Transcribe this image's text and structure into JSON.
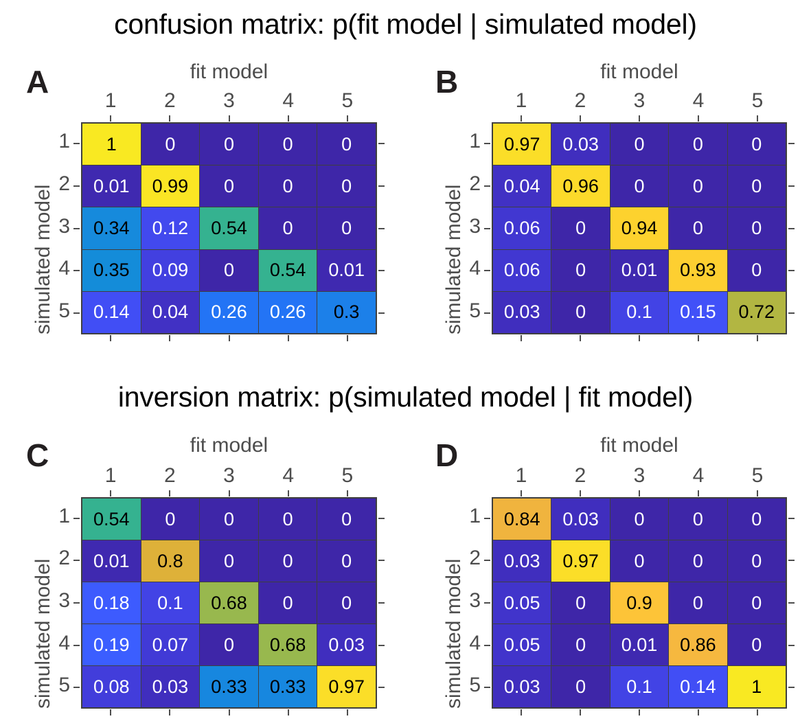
{
  "figure": {
    "titles": {
      "confusion": "confusion matrix: p(fit model | simulated model)",
      "inversion": "inversion matrix: p(simulated model | fit model)"
    },
    "axis_labels": {
      "x": "fit model",
      "y": "simulated model"
    },
    "tick_labels": [
      "1",
      "2",
      "3",
      "4",
      "5"
    ],
    "colors": {
      "title": "#000000",
      "panel_letter": "#231f20",
      "axis_text": "#4d4d4d",
      "grid_line": "#3f3f3f",
      "cell_text_light": "#ffffff",
      "cell_text_dark": "#000000",
      "background": "#ffffff"
    }
  },
  "panels": [
    {
      "letter": "A",
      "title_ref": "confusion"
    },
    {
      "letter": "B",
      "title_ref": "confusion"
    },
    {
      "letter": "C",
      "title_ref": "inversion"
    },
    {
      "letter": "D",
      "title_ref": "inversion"
    }
  ],
  "chart_data": [
    {
      "type": "heatmap",
      "panel": "A",
      "title": "confusion matrix: p(fit model | simulated model)",
      "xlabel": "fit model",
      "ylabel": "simulated model",
      "categories_x": [
        "1",
        "2",
        "3",
        "4",
        "5"
      ],
      "categories_y": [
        "1",
        "2",
        "3",
        "4",
        "5"
      ],
      "zlim": [
        0,
        1
      ],
      "colormap": "parula",
      "grid": true,
      "values": [
        [
          1,
          0,
          0,
          0,
          0
        ],
        [
          0.01,
          0.99,
          0,
          0,
          0
        ],
        [
          0.34,
          0.12,
          0.54,
          0,
          0
        ],
        [
          0.35,
          0.09,
          0,
          0.54,
          0.01
        ],
        [
          0.14,
          0.04,
          0.26,
          0.26,
          0.3
        ]
      ],
      "labels": [
        [
          "1",
          "0",
          "0",
          "0",
          "0"
        ],
        [
          "0.01",
          "0.99",
          "0",
          "0",
          "0"
        ],
        [
          "0.34",
          "0.12",
          "0.54",
          "0",
          "0"
        ],
        [
          "0.35",
          "0.09",
          "0",
          "0.54",
          "0.01"
        ],
        [
          "0.14",
          "0.04",
          "0.26",
          "0.26",
          "0.3"
        ]
      ]
    },
    {
      "type": "heatmap",
      "panel": "B",
      "title": "confusion matrix: p(fit model | simulated model)",
      "xlabel": "fit model",
      "ylabel": "simulated model",
      "categories_x": [
        "1",
        "2",
        "3",
        "4",
        "5"
      ],
      "categories_y": [
        "1",
        "2",
        "3",
        "4",
        "5"
      ],
      "zlim": [
        0,
        1
      ],
      "colormap": "parula",
      "grid": true,
      "values": [
        [
          0.97,
          0.03,
          0,
          0,
          0
        ],
        [
          0.04,
          0.96,
          0,
          0,
          0
        ],
        [
          0.06,
          0,
          0.94,
          0,
          0
        ],
        [
          0.06,
          0,
          0.01,
          0.93,
          0
        ],
        [
          0.03,
          0,
          0.1,
          0.15,
          0.72
        ]
      ],
      "labels": [
        [
          "0.97",
          "0.03",
          "0",
          "0",
          "0"
        ],
        [
          "0.04",
          "0.96",
          "0",
          "0",
          "0"
        ],
        [
          "0.06",
          "0",
          "0.94",
          "0",
          "0"
        ],
        [
          "0.06",
          "0",
          "0.01",
          "0.93",
          "0"
        ],
        [
          "0.03",
          "0",
          "0.1",
          "0.15",
          "0.72"
        ]
      ]
    },
    {
      "type": "heatmap",
      "panel": "C",
      "title": "inversion matrix: p(simulated model | fit model)",
      "xlabel": "fit model",
      "ylabel": "simulated model",
      "categories_x": [
        "1",
        "2",
        "3",
        "4",
        "5"
      ],
      "categories_y": [
        "1",
        "2",
        "3",
        "4",
        "5"
      ],
      "zlim": [
        0,
        1
      ],
      "colormap": "parula",
      "grid": true,
      "values": [
        [
          0.54,
          0,
          0,
          0,
          0
        ],
        [
          0.01,
          0.8,
          0,
          0,
          0
        ],
        [
          0.18,
          0.1,
          0.68,
          0,
          0
        ],
        [
          0.19,
          0.07,
          0,
          0.68,
          0.03
        ],
        [
          0.08,
          0.03,
          0.33,
          0.33,
          0.97
        ]
      ],
      "labels": [
        [
          "0.54",
          "0",
          "0",
          "0",
          "0"
        ],
        [
          "0.01",
          "0.8",
          "0",
          "0",
          "0"
        ],
        [
          "0.18",
          "0.1",
          "0.68",
          "0",
          "0"
        ],
        [
          "0.19",
          "0.07",
          "0",
          "0.68",
          "0.03"
        ],
        [
          "0.08",
          "0.03",
          "0.33",
          "0.33",
          "0.97"
        ]
      ]
    },
    {
      "type": "heatmap",
      "panel": "D",
      "title": "inversion matrix: p(simulated model | fit model)",
      "xlabel": "fit model",
      "ylabel": "simulated model",
      "categories_x": [
        "1",
        "2",
        "3",
        "4",
        "5"
      ],
      "categories_y": [
        "1",
        "2",
        "3",
        "4",
        "5"
      ],
      "zlim": [
        0,
        1
      ],
      "colormap": "parula",
      "grid": true,
      "values": [
        [
          0.84,
          0.03,
          0,
          0,
          0
        ],
        [
          0.03,
          0.97,
          0,
          0,
          0
        ],
        [
          0.05,
          0,
          0.9,
          0,
          0
        ],
        [
          0.05,
          0,
          0.01,
          0.86,
          0
        ],
        [
          0.03,
          0,
          0.1,
          0.14,
          1
        ]
      ],
      "labels": [
        [
          "0.84",
          "0.03",
          "0",
          "0",
          "0"
        ],
        [
          "0.03",
          "0.97",
          "0",
          "0",
          "0"
        ],
        [
          "0.05",
          "0",
          "0.9",
          "0",
          "0"
        ],
        [
          "0.05",
          "0",
          "0.01",
          "0.86",
          "0"
        ],
        [
          "0.03",
          "0",
          "0.1",
          "0.14",
          "1"
        ]
      ]
    }
  ]
}
